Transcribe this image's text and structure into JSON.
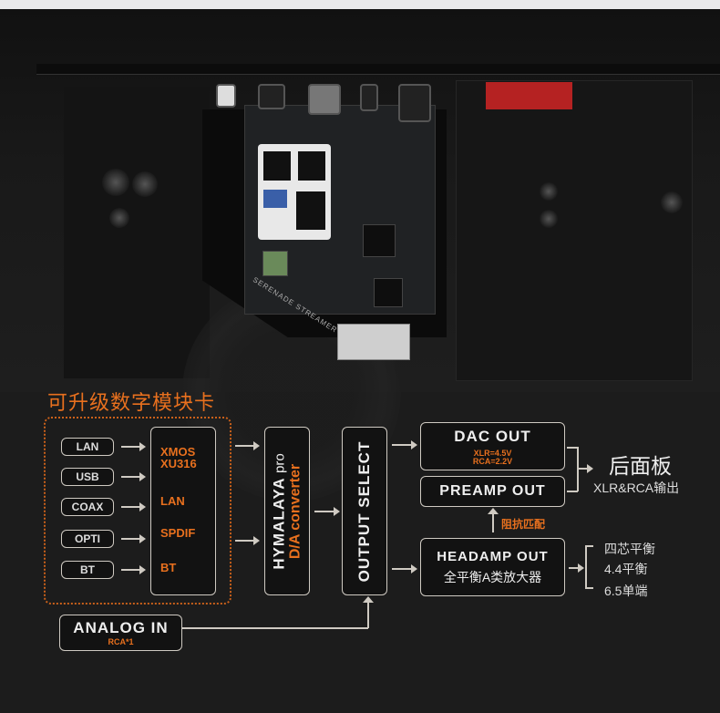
{
  "photo": {
    "board_label": "SERENADE STREAMER"
  },
  "diagram": {
    "title": "可升级数字模块卡",
    "inputs": [
      "LAN",
      "USB",
      "COAX",
      "OPTI",
      "BT"
    ],
    "xmos": {
      "chip": "XMOS",
      "model": "XU316",
      "items": [
        "LAN",
        "SPDIF",
        "BT"
      ]
    },
    "dac": {
      "name": "HYMALAYA",
      "suffix": "pro",
      "sub": "D/A converter"
    },
    "output_select": "OUTPUT SELECT",
    "dac_out": {
      "label": "DAC OUT",
      "xlr": "XLR=4.5V",
      "rca": "RCA=2.2V"
    },
    "preamp_out": "PREAMP OUT",
    "impedance": "阻抗匹配",
    "rear_panel": {
      "title": "后面板",
      "sub": "XLR&RCA输出"
    },
    "headamp": {
      "label": "HEADAMP OUT",
      "sub": "全平衡A类放大器",
      "outputs": [
        "四芯平衡",
        "4.4平衡",
        "6.5单端"
      ]
    },
    "analog_in": {
      "label": "ANALOG IN",
      "sub": "RCA*1"
    }
  },
  "colors": {
    "accent": "#e8701e",
    "line": "#cfcac2",
    "background": "#1c1c1c"
  }
}
